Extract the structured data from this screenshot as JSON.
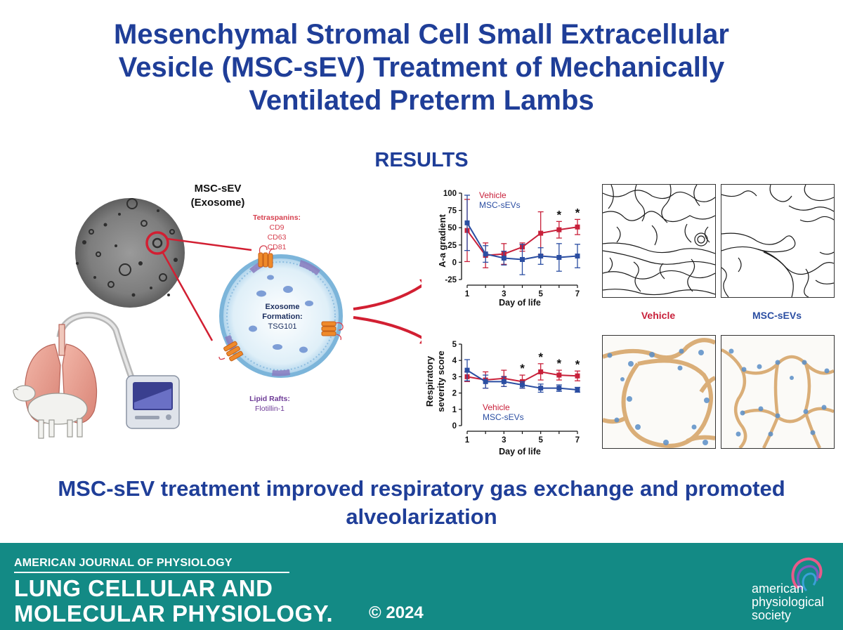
{
  "title_lines": [
    "Mesenchymal Stromal Cell Small Extracellular",
    "Vesicle (MSC-sEV) Treatment of Mechanically",
    "Ventilated Preterm Lambs"
  ],
  "results_heading": "RESULTS",
  "exosome": {
    "title_line1": "MSC-sEV",
    "title_line2": "(Exosome)",
    "tetraspanins_label": "Tetraspanins:",
    "tetraspanins": [
      "CD9",
      "CD63",
      "CD81"
    ],
    "formation_label": "Exosome",
    "formation_label2": "Formation:",
    "formation_value": "TSG101",
    "rafts_label": "Lipid Rafts:",
    "rafts_value": "Flotillin-1"
  },
  "colors": {
    "title_blue": "#1f3e98",
    "vehicle_red": "#c8203a",
    "msc_blue": "#2b4ea2",
    "footer_teal": "#138a85",
    "tetraspanin_red": "#d6404f",
    "raft_purple": "#6d3a96"
  },
  "chart_data": [
    {
      "type": "line",
      "ylabel": "A-a gradient",
      "xlabel": "Day of life",
      "x_ticks": [
        1,
        3,
        5,
        7
      ],
      "y_ticks": [
        100,
        75,
        50,
        25,
        0,
        -25
      ],
      "ylim": [
        -25,
        100
      ],
      "xlim": [
        1,
        7
      ],
      "legend_position": "top-left",
      "series": [
        {
          "name": "Vehicle",
          "color": "#c8203a",
          "x": [
            1,
            2,
            3,
            4,
            5,
            6,
            7
          ],
          "values": [
            46,
            10,
            12,
            22,
            42,
            47,
            51
          ],
          "error": [
            45,
            18,
            15,
            6,
            31,
            12,
            11
          ]
        },
        {
          "name": "MSC-sEVs",
          "color": "#2b4ea2",
          "x": [
            1,
            2,
            3,
            4,
            5,
            6,
            7
          ],
          "values": [
            57,
            12,
            6,
            4,
            9,
            7,
            9
          ],
          "error": [
            40,
            12,
            10,
            22,
            12,
            20,
            17
          ]
        }
      ],
      "significance_days": [
        6,
        7
      ],
      "significance_marker": "*"
    },
    {
      "type": "line",
      "ylabel_line1": "Respiratory",
      "ylabel_line2": "severity score",
      "xlabel": "Day of life",
      "x_ticks": [
        1,
        3,
        5,
        7
      ],
      "y_ticks": [
        5,
        4,
        3,
        2,
        1,
        0
      ],
      "ylim": [
        0,
        5
      ],
      "xlim": [
        1,
        7
      ],
      "legend_position": "bottom-left",
      "series": [
        {
          "name": "Vehicle",
          "color": "#c8203a",
          "x": [
            1,
            2,
            3,
            4,
            5,
            6,
            7
          ],
          "values": [
            3.0,
            2.8,
            2.9,
            2.7,
            3.3,
            3.1,
            3.05
          ],
          "error": [
            0.3,
            0.5,
            0.5,
            0.4,
            0.5,
            0.3,
            0.3
          ]
        },
        {
          "name": "MSC-sEVs",
          "color": "#2b4ea2",
          "x": [
            1,
            2,
            3,
            4,
            5,
            6,
            7
          ],
          "values": [
            3.4,
            2.7,
            2.7,
            2.5,
            2.3,
            2.3,
            2.2
          ],
          "error": [
            0.65,
            0.4,
            0.3,
            0.2,
            0.25,
            0.2,
            0.15
          ]
        }
      ],
      "significance_days": [
        4,
        5,
        6,
        7
      ],
      "significance_marker": "*"
    }
  ],
  "histology": {
    "vehicle_label": "Vehicle",
    "msc_label": "MSC-sEVs"
  },
  "conclusion_lines": [
    "MSC-sEV treatment improved respiratory gas exchange and promoted",
    "alveolarization"
  ],
  "footer": {
    "journal_top": "AMERICAN JOURNAL OF PHYSIOLOGY",
    "journal_line1": "LUNG CELLULAR AND",
    "journal_line2": "MOLECULAR PHYSIOLOGY.",
    "copyright": "© 2024",
    "society_lines": [
      "american",
      "physiological",
      "society"
    ]
  }
}
